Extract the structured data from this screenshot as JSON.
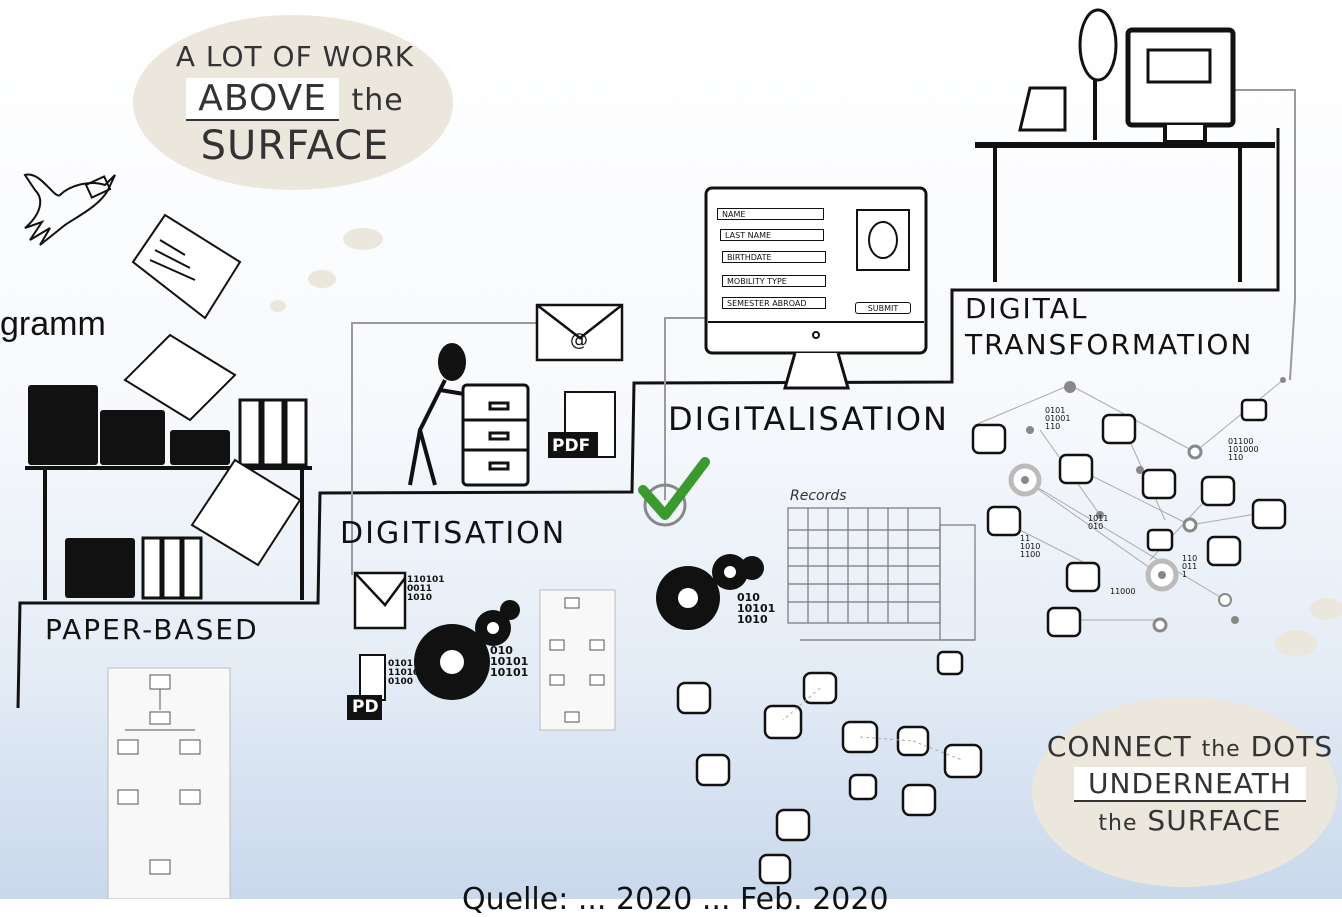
{
  "cloud_top": {
    "line1": "A LOT OF WORK",
    "line2": "ABOVE",
    "line2b": "the",
    "line3": "SURFACE"
  },
  "cloud_bottom": {
    "line1": "CONNECT",
    "line1b": "the",
    "line1c": "DOTS",
    "line2": "UNDERNEATH",
    "line3a": "the",
    "line3b": "SURFACE"
  },
  "side_text": "gramm",
  "stages": {
    "paper": "PAPER-BASED",
    "digitisation": "DIGITISATION",
    "digitalisation": "DIGITALISATION",
    "transformation_1": "DIGITAL",
    "transformation_2": "TRANSFORMATION"
  },
  "form": {
    "fields": [
      "NAME",
      "LAST NAME",
      "BIRTHDATE",
      "MOBILITY TYPE",
      "SEMESTER ABROAD"
    ],
    "submit": "SUBMIT"
  },
  "pdf_label": "PDF",
  "pdf_label_small": "PD",
  "email_symbol": "@",
  "records_label": "Records",
  "binary": {
    "a": "110101\n0011\n1010",
    "b": "0101\n11010\n0100",
    "c": "010\n10101\n10101",
    "d": "010\n10101\n1010",
    "e": "0101\n01001\n110",
    "f": "01100\n101000\n110",
    "g": "1011\n010",
    "h": "11\n1010\n1100",
    "i": "110\n011\n1",
    "j": "11000"
  },
  "caption_bottom": "Quelle: ... 2020 ... Feb. 2020",
  "colors": {
    "check": "#3a9a2e",
    "cloud": "#ece7dd",
    "ink": "#111111",
    "line_gray": "#9a9a9a"
  }
}
